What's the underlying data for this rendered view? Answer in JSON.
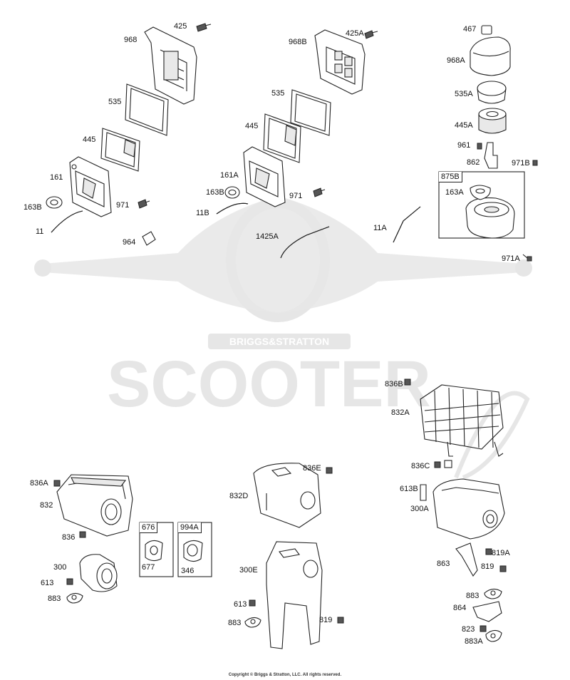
{
  "watermark": {
    "text": "SCOOTER",
    "badge": "BRIGGS&STRATTON",
    "color": "#e6e6e6"
  },
  "copyright": "Copyright © Briggs & Stratton, LLC. All rights reserved.",
  "callouts": [
    {
      "id": "425",
      "text": "425"
    },
    {
      "id": "968",
      "text": "968"
    },
    {
      "id": "535",
      "text": "535"
    },
    {
      "id": "445",
      "text": "445"
    },
    {
      "id": "161",
      "text": "161"
    },
    {
      "id": "163B",
      "text": "163B"
    },
    {
      "id": "971",
      "text": "971"
    },
    {
      "id": "11",
      "text": "11"
    },
    {
      "id": "964",
      "text": "964"
    },
    {
      "id": "425A",
      "text": "425A"
    },
    {
      "id": "968B",
      "text": "968B"
    },
    {
      "id": "535b",
      "text": "535"
    },
    {
      "id": "445b",
      "text": "445"
    },
    {
      "id": "161A",
      "text": "161A"
    },
    {
      "id": "163Bb",
      "text": "163B"
    },
    {
      "id": "971b",
      "text": "971"
    },
    {
      "id": "11B",
      "text": "11B"
    },
    {
      "id": "1425A",
      "text": "1425A"
    },
    {
      "id": "467",
      "text": "467"
    },
    {
      "id": "968A",
      "text": "968A"
    },
    {
      "id": "535A",
      "text": "535A"
    },
    {
      "id": "445A",
      "text": "445A"
    },
    {
      "id": "961",
      "text": "961"
    },
    {
      "id": "862",
      "text": "862"
    },
    {
      "id": "971B",
      "text": "971B"
    },
    {
      "id": "163A",
      "text": "163A"
    },
    {
      "id": "11A",
      "text": "11A"
    },
    {
      "id": "971A",
      "text": "971A"
    },
    {
      "id": "836B",
      "text": "836B"
    },
    {
      "id": "832A",
      "text": "832A"
    },
    {
      "id": "836C",
      "text": "836C"
    },
    {
      "id": "613B",
      "text": "613B"
    },
    {
      "id": "300A",
      "text": "300A"
    },
    {
      "id": "819A",
      "text": "819A"
    },
    {
      "id": "863",
      "text": "863"
    },
    {
      "id": "819b",
      "text": "819"
    },
    {
      "id": "883b",
      "text": "883"
    },
    {
      "id": "864",
      "text": "864"
    },
    {
      "id": "823",
      "text": "823"
    },
    {
      "id": "883A",
      "text": "883A"
    },
    {
      "id": "836A",
      "text": "836A"
    },
    {
      "id": "832",
      "text": "832"
    },
    {
      "id": "836",
      "text": "836"
    },
    {
      "id": "300",
      "text": "300"
    },
    {
      "id": "613",
      "text": "613"
    },
    {
      "id": "883",
      "text": "883"
    },
    {
      "id": "677",
      "text": "677"
    },
    {
      "id": "346",
      "text": "346"
    },
    {
      "id": "836E",
      "text": "836E"
    },
    {
      "id": "832D",
      "text": "832D"
    },
    {
      "id": "300E",
      "text": "300E"
    },
    {
      "id": "613c",
      "text": "613"
    },
    {
      "id": "883c",
      "text": "883"
    },
    {
      "id": "819",
      "text": "819"
    }
  ],
  "kits": [
    {
      "id": "875B",
      "text": "875B"
    },
    {
      "id": "676",
      "text": "676"
    },
    {
      "id": "994A",
      "text": "994A"
    }
  ]
}
